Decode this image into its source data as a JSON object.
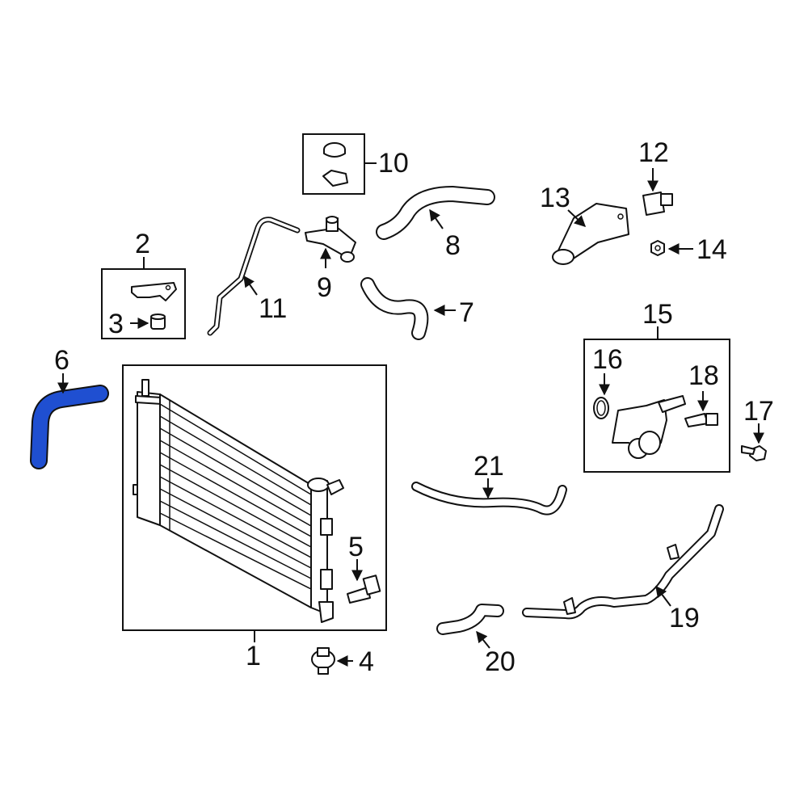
{
  "highlight_color": "#1f4fd1",
  "callouts": {
    "c1": "1",
    "c2": "2",
    "c3": "3",
    "c4": "4",
    "c5": "5",
    "c6": "6",
    "c7": "7",
    "c8": "8",
    "c9": "9",
    "c10": "10",
    "c11": "11",
    "c12": "12",
    "c13": "13",
    "c14": "14",
    "c15": "15",
    "c16": "16",
    "c17": "17",
    "c18": "18",
    "c19": "19",
    "c20": "20",
    "c21": "21"
  },
  "highlighted_part": "6"
}
